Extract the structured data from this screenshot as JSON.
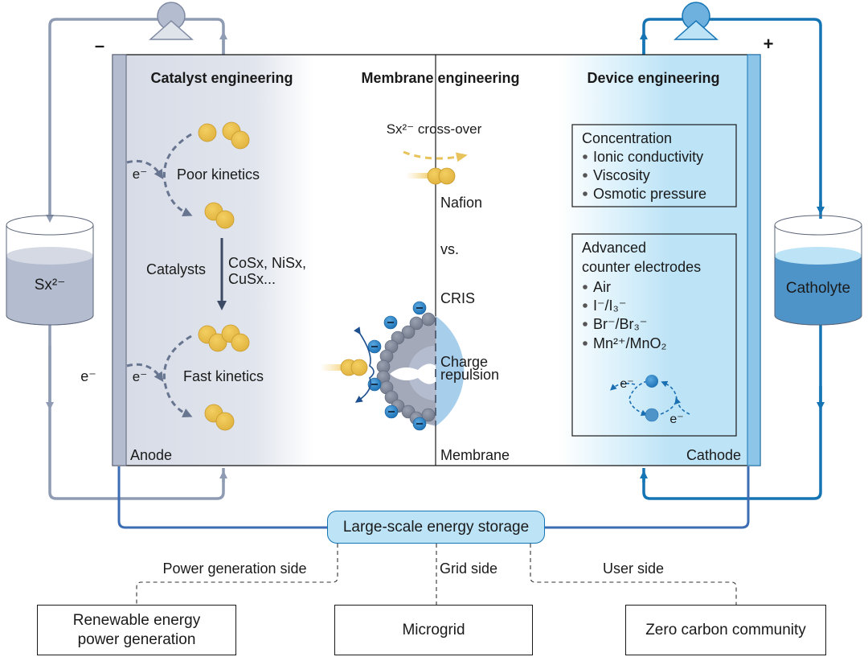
{
  "figure": {
    "polarity_negative": "–",
    "polarity_positive": "+",
    "sections": {
      "catalyst": {
        "title": "Catalyst engineering",
        "poor_kinetics": "Poor kinetics",
        "fast_kinetics": "Fast kinetics",
        "electron": "e⁻",
        "catalysts_label": "Catalysts",
        "catalysts_examples_line1": "CoSx, NiSx,",
        "catalysts_examples_line2": "CuSx...",
        "electrode_label": "Anode"
      },
      "membrane": {
        "title": "Membrane engineering",
        "crossover": "Sx²⁻ cross-over",
        "nafion": "Nafion",
        "vs": "vs.",
        "cris": "CRIS",
        "charge_line1": "Charge",
        "charge_line2": "repulsion",
        "electrode_label": "Membrane"
      },
      "device": {
        "title": "Device engineering",
        "concentration_box": {
          "heading": "Concentration",
          "items": [
            "Ionic conductivity",
            "Viscosity",
            "Osmotic pressure"
          ]
        },
        "counter_box": {
          "heading_line1": "Advanced",
          "heading_line2": "counter electrodes",
          "items": [
            "Air",
            "I⁻/I₃⁻",
            "Br⁻/Br₃⁻",
            "Mn²⁺/MnO₂"
          ],
          "electron": "e⁻"
        },
        "electrode_label": "Cathode"
      }
    },
    "tanks": {
      "anolyte": "Sx²⁻",
      "catholyte": "Catholyte"
    },
    "external_electron": "e⁻",
    "hub": "Large-scale energy storage",
    "branches": [
      {
        "side": "Power generation side",
        "target_line1": "Renewable energy",
        "target_line2": "power generation"
      },
      {
        "side": "Grid side",
        "target_line1": "Microgrid",
        "target_line2": ""
      },
      {
        "side": "User side",
        "target_line1": "Zero carbon community",
        "target_line2": ""
      }
    ],
    "colors": {
      "anode_pipe": "#8e9bb3",
      "cathode_pipe": "#1574b4",
      "electrical": "#3c6cb4",
      "sulfur": "#e8bd4a",
      "anode_fill": "#d6dbe6",
      "cathode_fill": "#bde3f6",
      "anolyte": "#b4bccf",
      "catholyte": "#4f94c9"
    }
  }
}
